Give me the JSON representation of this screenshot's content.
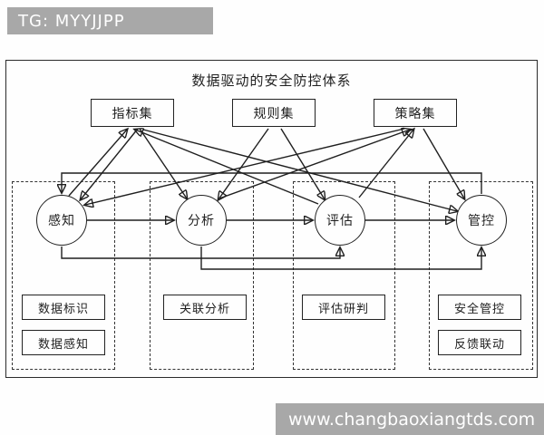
{
  "watermarks": {
    "top": "TG: MYYJJPP",
    "bottom": "www.changbaoxiangtds.com"
  },
  "diagram": {
    "title": "数据驱动的安全防控体系",
    "top_boxes": [
      {
        "id": "indicator-set",
        "label": "指标集"
      },
      {
        "id": "rule-set",
        "label": "规则集"
      },
      {
        "id": "strategy-set",
        "label": "策略集"
      }
    ],
    "process_nodes": [
      {
        "id": "perception",
        "label": "感知"
      },
      {
        "id": "analysis",
        "label": "分析"
      },
      {
        "id": "evaluation",
        "label": "评估"
      },
      {
        "id": "control",
        "label": "管控"
      }
    ],
    "group_labels": [
      {
        "group": "perception",
        "boxes": [
          "数据标识",
          "数据感知"
        ]
      },
      {
        "group": "analysis",
        "boxes": [
          "关联分析"
        ]
      },
      {
        "group": "evaluation",
        "boxes": [
          "评估研判"
        ]
      },
      {
        "group": "control",
        "boxes": [
          "安全管控",
          "反馈联动"
        ]
      }
    ],
    "edges": [
      {
        "from": "感知",
        "to": "指标集"
      },
      {
        "from": "指标集",
        "to": "感知"
      },
      {
        "from": "评估",
        "to": "指标集"
      },
      {
        "from": "策略集",
        "to": "感知"
      },
      {
        "from": "指标集",
        "to": "分析"
      },
      {
        "from": "规则集",
        "to": "分析"
      },
      {
        "from": "规则集",
        "to": "评估"
      },
      {
        "from": "分析",
        "to": "策略集"
      },
      {
        "from": "评估",
        "to": "策略集"
      },
      {
        "from": "策略集",
        "to": "管控"
      },
      {
        "from": "指标集",
        "to": "管控"
      },
      {
        "from": "感知",
        "to": "分析"
      },
      {
        "from": "分析",
        "to": "评估"
      },
      {
        "from": "评估",
        "to": "管控"
      },
      {
        "from": "管控",
        "to": "感知",
        "route": "top"
      },
      {
        "from": "感知",
        "to": "评估",
        "route": "bottom"
      },
      {
        "from": "分析",
        "to": "管控",
        "route": "bottom"
      }
    ]
  },
  "colors": {
    "banner_bg": "#a8a8a8",
    "banner_text": "#ffffff",
    "line": "#1f1f1f",
    "node_border": "#222222",
    "background": "#fefefe"
  }
}
